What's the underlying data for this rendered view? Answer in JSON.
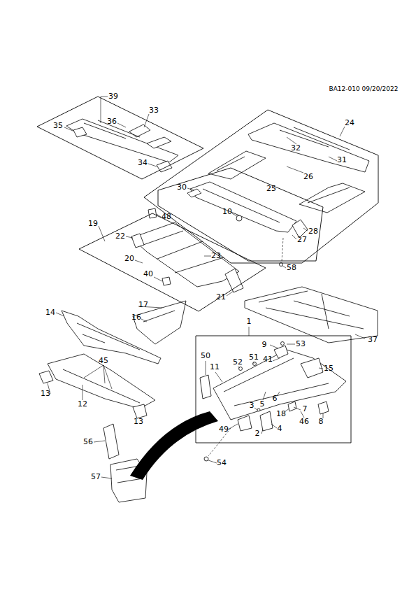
{
  "diagram": {
    "nodes": [
      {
        "text": [
          "33"
        ]
      },
      {
        "text": [
          "24"
        ]
      },
      {
        "text": [
          "25"
        ],
        "in": 1
      },
      {
        "text": [
          "19"
        ]
      },
      {
        "text": [
          "1"
        ]
      }
    ],
    "labels": [
      "BA12-010 09/20/2022",
      "39",
      "35",
      "36",
      "34",
      "32",
      "31",
      "26",
      "30",
      "10",
      "28",
      "27",
      "58",
      "48",
      "22",
      "23",
      "20",
      "40",
      "21",
      "14",
      "17",
      "16",
      "37",
      "9",
      "53",
      "41",
      "15",
      "50",
      "11",
      "52",
      "51",
      "3",
      "5",
      "6",
      "7",
      "18",
      "46",
      "8",
      "45",
      "13",
      "12",
      "49",
      "2",
      "4",
      "13",
      "56",
      "54",
      "57"
    ]
  }
}
